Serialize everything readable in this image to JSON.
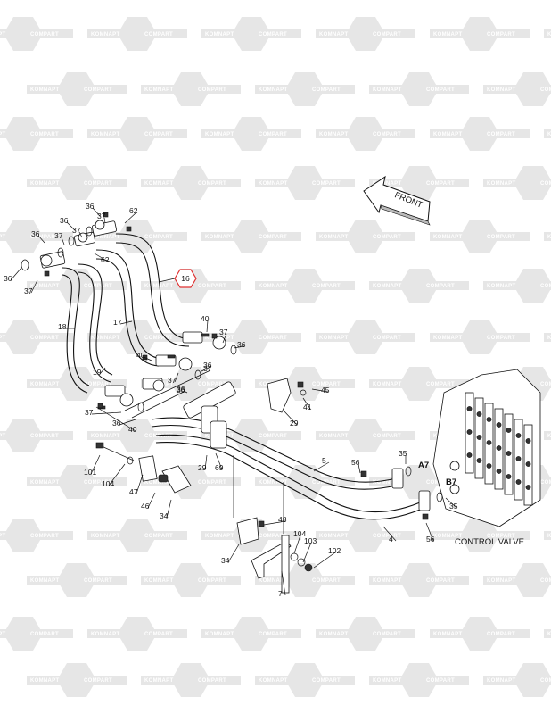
{
  "diagram": {
    "direction_label": "FRONT",
    "caption": "CONTROL VALVE",
    "highlighted_callout": "16",
    "watermark": {
      "left": "KOMNAPT",
      "right": "COMPART"
    },
    "colors": {
      "highlight": "#e03030",
      "ink": "#111111",
      "watermark": "#e6e6e6"
    },
    "ports": [
      "A7",
      "B7"
    ],
    "callouts": [
      "36",
      "37",
      "62",
      "36",
      "37",
      "36",
      "37",
      "36",
      "37",
      "62",
      "16",
      "17",
      "18",
      "19",
      "40",
      "37",
      "36",
      "40",
      "37",
      "36",
      "36",
      "37",
      "36",
      "40",
      "37",
      "36",
      "45",
      "41",
      "29",
      "35",
      "56",
      "5",
      "29",
      "69",
      "101",
      "104",
      "47",
      "46",
      "34",
      "48",
      "104",
      "103",
      "102",
      "34",
      "7",
      "4",
      "56",
      "35"
    ]
  }
}
